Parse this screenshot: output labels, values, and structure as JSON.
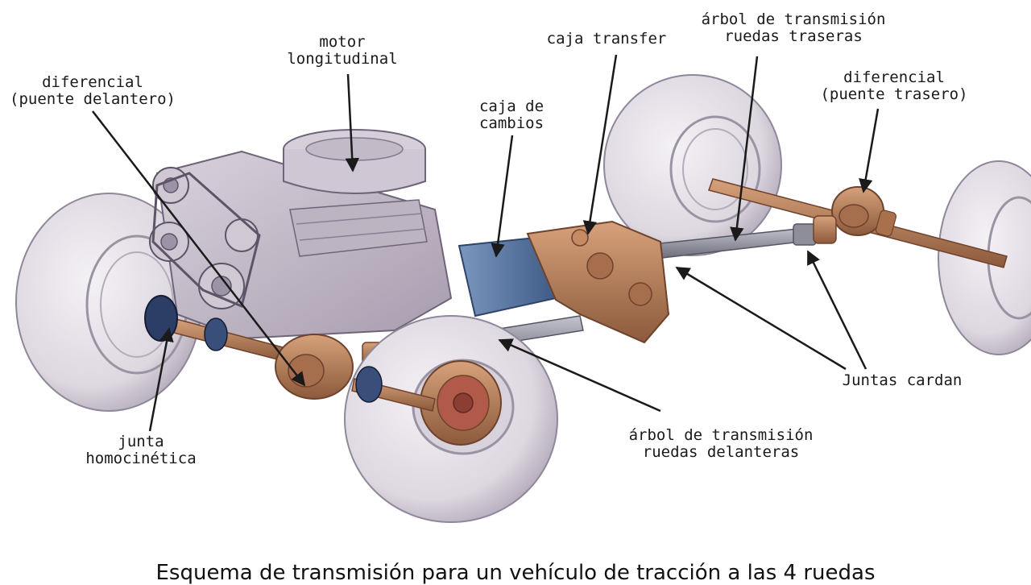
{
  "labels": {
    "motor": [
      "motor",
      "longitudinal"
    ],
    "diff_front": [
      "diferencial",
      "(puente delantero)"
    ],
    "gearbox": [
      "caja de",
      "cambios"
    ],
    "transfer": "caja transfer",
    "rear_shaft": [
      "árbol de transmisión",
      "ruedas traseras"
    ],
    "diff_rear": [
      "diferencial",
      "(puente trasero)"
    ],
    "cardan": "Juntas cardan",
    "front_shaft": [
      "árbol de transmisión",
      "ruedas delanteras"
    ],
    "cv_joint": [
      "junta",
      "homocinética"
    ]
  },
  "caption": "Esquema de transmisión para un vehículo de tracción a las 4 ruedas",
  "colors": {
    "tire": "#e2dde4",
    "tire_shadow": "#a79fae",
    "engine": "#cbc3cf",
    "engine_dark": "#8b8194",
    "bronze": "#b9825e",
    "bronze_dark": "#7a4a32",
    "gearbox_blue": "#5b7ca8",
    "shaft_gray": "#9a9aa6",
    "boot_blue": "#2c3e66",
    "hub_red": "#b25a4a",
    "arrow": "#1a1a1a"
  }
}
